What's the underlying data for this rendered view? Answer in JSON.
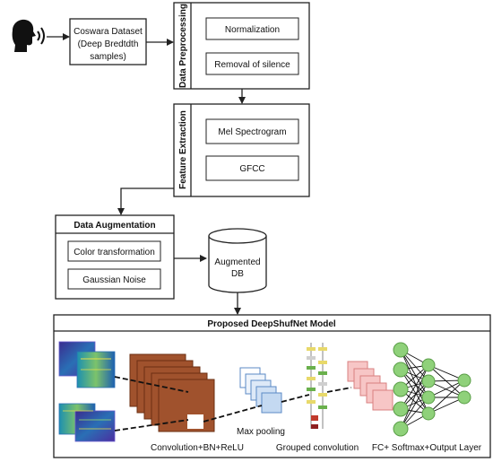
{
  "source": {
    "icon": "speaking-head-icon",
    "dataset_line1": "Coswara Dataset",
    "dataset_line2": "(Deep Bredtdth",
    "dataset_line3": "samples)"
  },
  "preprocessing": {
    "title": "Data Preprocessing",
    "steps": [
      "Normalization",
      "Removal of silence"
    ]
  },
  "feature_extraction": {
    "title": "Feature Extraction",
    "steps": [
      "Mel Spectrogram",
      "GFCC"
    ]
  },
  "augmentation": {
    "title": "Data Augmentation",
    "steps": [
      "Color transformation",
      "Gaussian Noise"
    ]
  },
  "database": {
    "line1": "Augmented",
    "line2": "DB"
  },
  "model": {
    "title": "Proposed DeepShufNet Model",
    "labels": {
      "conv": "Convolution+BN+ReLU",
      "maxpool": "Max pooling",
      "grouped": "Grouped convolution",
      "fc": "FC+ Softmax+Output Layer"
    }
  }
}
